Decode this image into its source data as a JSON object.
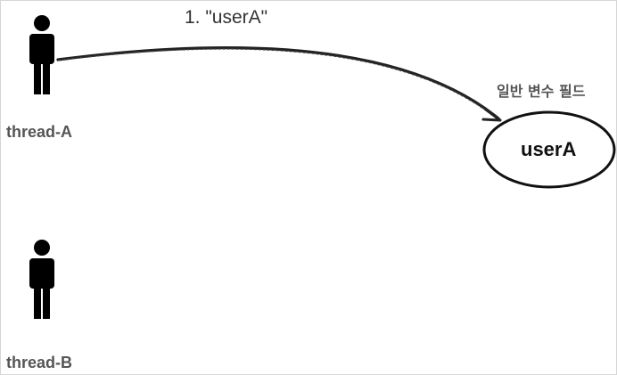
{
  "actors": {
    "thread_a": {
      "label": "thread-A"
    },
    "thread_b": {
      "label": "thread-B"
    }
  },
  "arrow": {
    "label": "1. \"userA\""
  },
  "field": {
    "title": "일반 변수 필드",
    "value": "userA"
  },
  "colors": {
    "figure": "#000000",
    "arrow": "#222222",
    "thread_label": "#555555",
    "border": "#d6d6d6"
  },
  "icons": [
    "person-icon",
    "person-icon"
  ]
}
